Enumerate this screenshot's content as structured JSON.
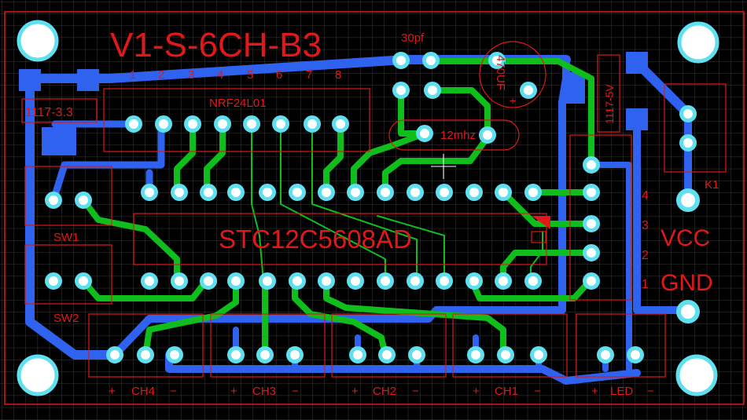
{
  "board": {
    "title": "V1-S-6CH-B3",
    "cap_small_label": "30pf",
    "cap_large_label": "470UF",
    "cap_large_polarity": "+",
    "crystal_label": "12mhz",
    "regulator_33_label": "1117-3.3",
    "regulator_5v_label": "1117-5V",
    "module_label": "NRF24L01",
    "module_pins": [
      "1",
      "2",
      "3",
      "4",
      "5",
      "6",
      "7",
      "8"
    ],
    "mcu_label": "STC12C5608AD",
    "header_pins": [
      "4",
      "3",
      "2",
      "1"
    ],
    "switch1_label": "SW1",
    "switch2_label": "SW2",
    "k1_label": "K1",
    "vcc_label": "VCC",
    "gnd_label": "GND",
    "channels": [
      {
        "plus": "+",
        "name": "CH4",
        "minus": "−"
      },
      {
        "plus": "+",
        "name": "CH3",
        "minus": "−"
      },
      {
        "plus": "+",
        "name": "CH2",
        "minus": "−"
      },
      {
        "plus": "+",
        "name": "CH1",
        "minus": "−"
      },
      {
        "plus": "+",
        "name": "LED",
        "minus": "−"
      }
    ]
  },
  "colors": {
    "background": "#000000",
    "grid": "#3a3a3a",
    "silkscreen": "#e01818",
    "bottom_copper": "#2f62ee",
    "top_copper": "#0fbd1c",
    "pad": "#5fe0f0"
  }
}
